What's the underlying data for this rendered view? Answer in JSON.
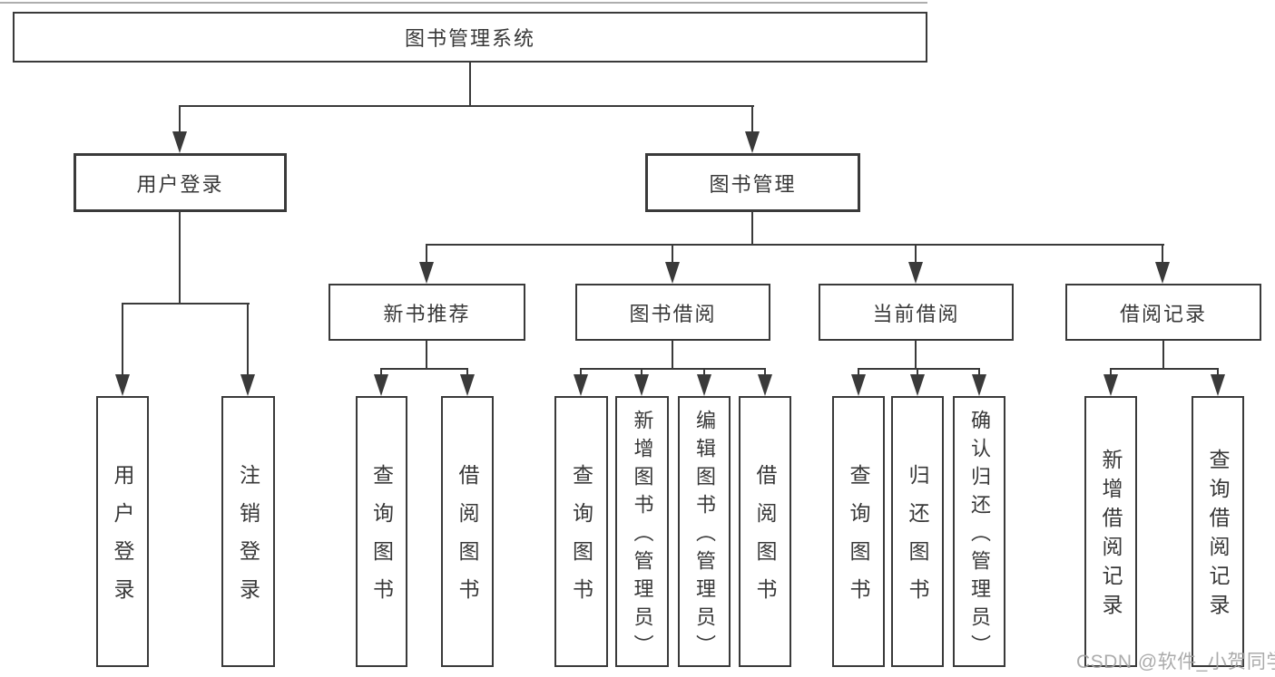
{
  "diagram_title": "图书管理系统",
  "nodes": {
    "root": "图书管理系统",
    "user_login": "用户登录",
    "book_mgmt": "图书管理",
    "new_book_rec": "新书推荐",
    "book_borrow": "图书借阅",
    "current_borrow": "当前借阅",
    "borrow_records": "借阅记录",
    "leaf_user_login": "用户登录",
    "leaf_logout": "注销登录",
    "leaf_rec_query": "查询图书",
    "leaf_rec_borrow": "借阅图书",
    "leaf_bb_query": "查询图书",
    "leaf_bb_add": "新增图书（管理员）",
    "leaf_bb_edit": "编辑图书（管理员）",
    "leaf_bb_borrow": "借阅图书",
    "leaf_cb_query": "查询图书",
    "leaf_cb_return": "归还图书",
    "leaf_cb_confirm": "确认归还（管理员）",
    "leaf_br_add": "新增借阅记录",
    "leaf_br_query": "查询借阅记录"
  },
  "hierarchy": {
    "图书管理系统": {
      "用户登录": [
        "用户登录",
        "注销登录"
      ],
      "图书管理": {
        "新书推荐": [
          "查询图书",
          "借阅图书"
        ],
        "图书借阅": [
          "查询图书",
          "新增图书（管理员）",
          "编辑图书（管理员）",
          "借阅图书"
        ],
        "当前借阅": [
          "查询图书",
          "归还图书",
          "确认归还（管理员）"
        ],
        "借阅记录": [
          "新增借阅记录",
          "查询借阅记录"
        ]
      }
    }
  },
  "watermark": "CSDN @软件_小贺同学",
  "colors": {
    "line": "#3a3a3a",
    "box_border": "#3a3a3a",
    "text": "#383838",
    "background": "#ffffff",
    "watermark": "#a3a3a3"
  }
}
